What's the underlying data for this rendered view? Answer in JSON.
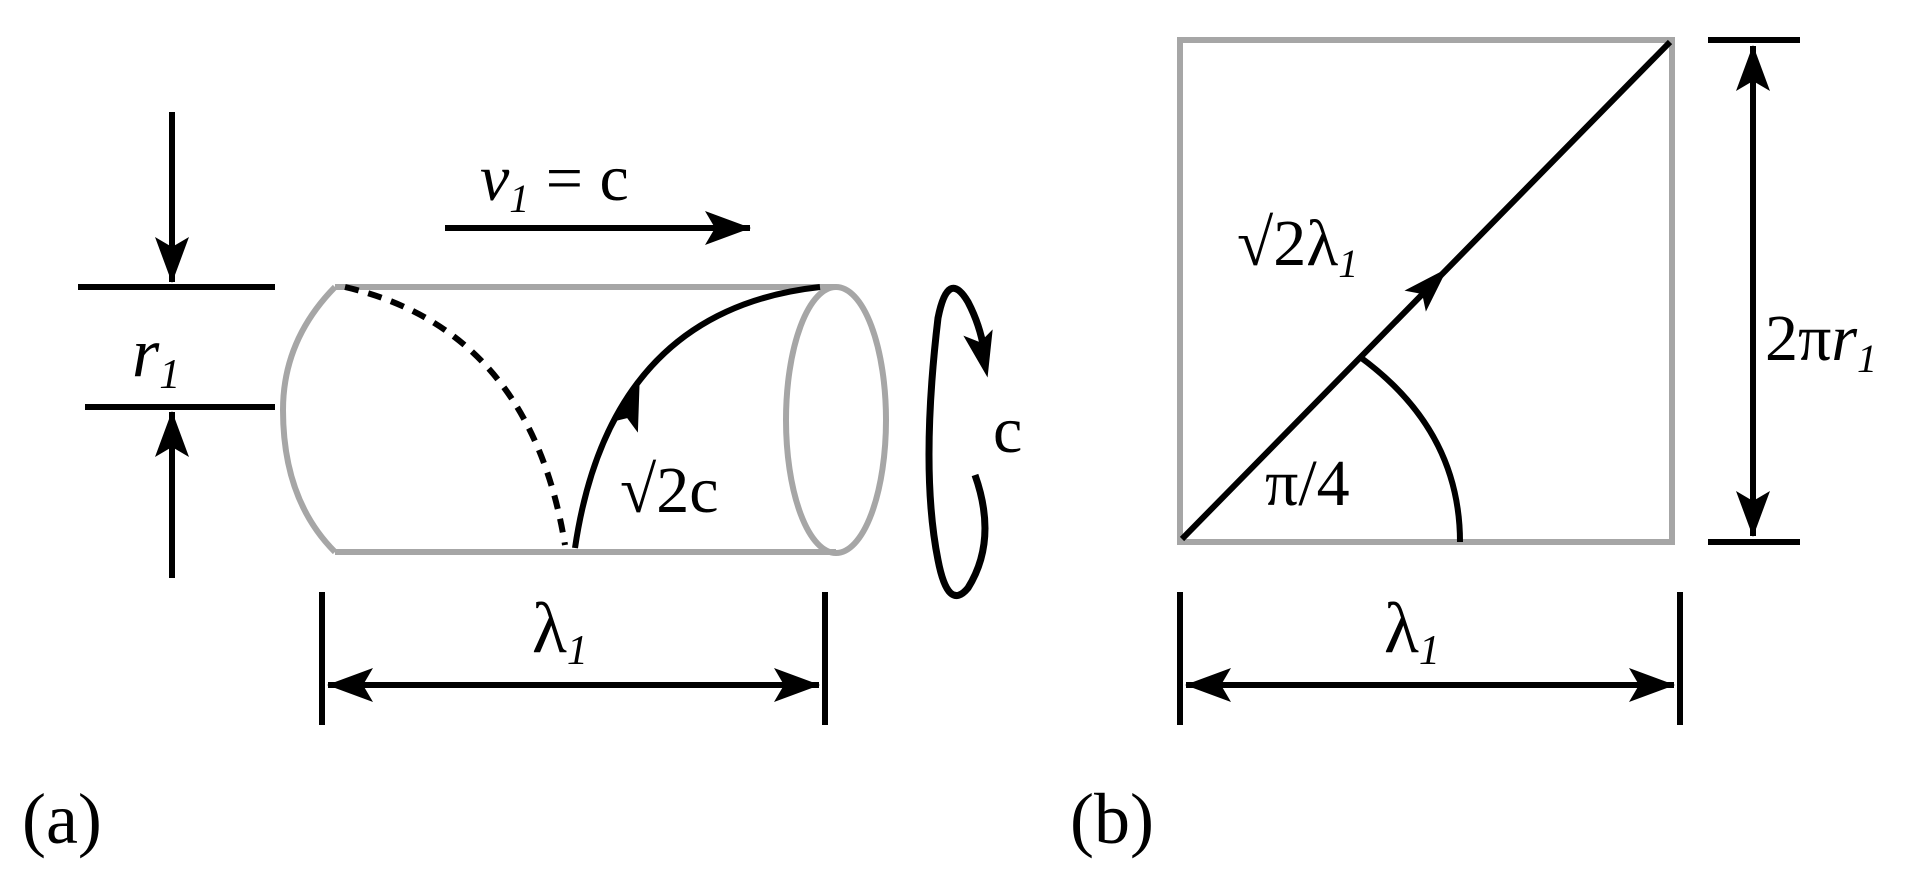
{
  "panel_a": {
    "label": "(a)",
    "radius_label": "r",
    "radius_subscript": "1",
    "velocity_label_v": "v",
    "velocity_subscript": "1",
    "velocity_equals": " = c",
    "helix_speed_label": "√2c",
    "rotation_label": "c",
    "wavelength_label": "λ",
    "wavelength_subscript": "1"
  },
  "panel_b": {
    "label": "(b)",
    "diagonal_label": "√2λ",
    "diagonal_subscript": "1",
    "angle_label": "π/4",
    "height_label_prefix": "2π",
    "height_label_r": "r",
    "height_subscript": "1",
    "wavelength_label": "λ",
    "wavelength_subscript": "1"
  },
  "colors": {
    "ink": "#000000",
    "outline_gray": "#a6a6a6",
    "background": "#ffffff"
  }
}
